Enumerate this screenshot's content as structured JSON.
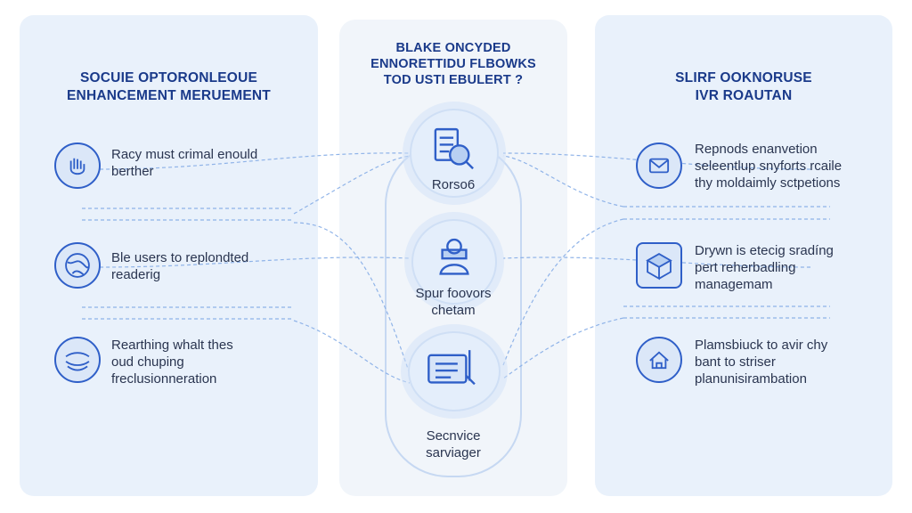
{
  "left": {
    "title_line1": "SOCUIE OPTORONLEOUE",
    "title_line2": "ENHANCEMENT MERUEMENT",
    "items": [
      {
        "line1": "Racy must crimal enould",
        "line2": "berther",
        "line3": "",
        "icon": "hand-icon"
      },
      {
        "line1": "Ble users to replondted",
        "line2": "readerig",
        "line3": "",
        "icon": "globe-icon"
      },
      {
        "line1": "Rearthing whalt thes",
        "line2": "oud chuping",
        "line3": "freclusionneration",
        "icon": "layers-icon"
      }
    ]
  },
  "center": {
    "title_line1": "BLAKE ONCYDED",
    "title_line2": "ENNORETTIDU FLBOWKS",
    "title_line3": "TOD USTI EBULERT ?",
    "hubs": [
      {
        "line1": "Rorso6",
        "line2": "",
        "icon": "document-magnifier-icon"
      },
      {
        "line1": "Spur foovors",
        "line2": "chetam",
        "icon": "lock-user-icon"
      },
      {
        "line1": "Secnvice",
        "line2": "sarviager",
        "icon": "dashboard-icon"
      }
    ]
  },
  "right": {
    "title_line1": "SLIRF OOKNORUSE",
    "title_line2": "IVR ROAUTAN",
    "items": [
      {
        "line1": "Repnods enanvetion",
        "line2": "seleentlup snyforts rcaile",
        "line3": "thy moldaimly sctpetions",
        "icon": "mail-icon"
      },
      {
        "line1": "Drywn is etecig sradíng",
        "line2": "pert reherbadling",
        "line3": "managemam",
        "icon": "box-icon"
      },
      {
        "line1": "Plamsbiuck to avir chy",
        "line2": "bant to striser",
        "line3": "planunisirambation",
        "icon": "home-icon"
      }
    ]
  },
  "colors": {
    "accent": "#2f5fc8",
    "panel": "#e9f1fb",
    "title": "#1a3a8a",
    "connector": "#8fb3e8"
  }
}
